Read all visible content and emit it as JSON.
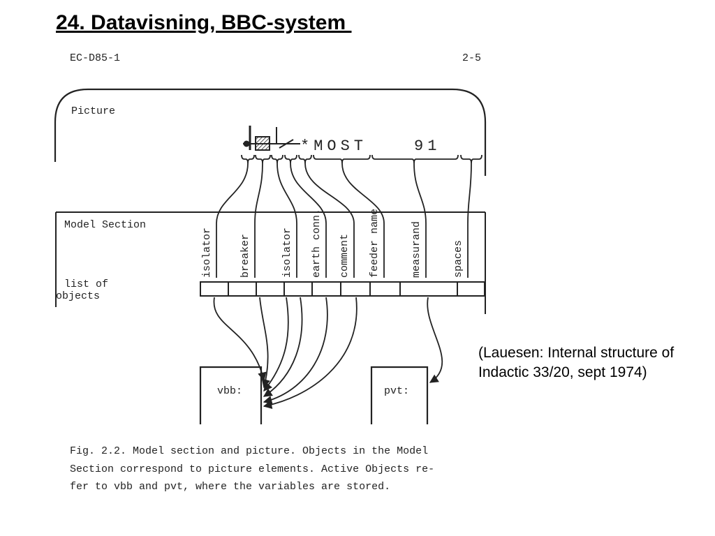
{
  "slide": {
    "title": "24. Datavisning, BBC-system ",
    "citation": "(Lauesen: Internal structure of Indactic 33/20, sept 1974)"
  },
  "scan": {
    "doc_id": "EC-D85-1",
    "page_no": "2-5",
    "picture_label": "Picture",
    "display_text": "*MOST",
    "display_number": "91",
    "model_section_label": "Model Section",
    "list_label_line1": "list of",
    "list_label_line2": "objects",
    "objects": [
      {
        "label": "isolator"
      },
      {
        "label": "breaker"
      },
      {
        "label": "isolator"
      },
      {
        "label": "earth conn."
      },
      {
        "label": "comment"
      },
      {
        "label": "feeder name"
      },
      {
        "label": "measurand"
      },
      {
        "label": "spaces"
      }
    ],
    "vbb_label": "vbb:",
    "pvt_label": "pvt:",
    "caption_line1": "Fig. 2.2. Model section and picture. Objects in the Model",
    "caption_line2": "Section correspond to picture elements. Active Objects re-",
    "caption_line3": "fer to vbb and pvt, where the variables are stored."
  }
}
